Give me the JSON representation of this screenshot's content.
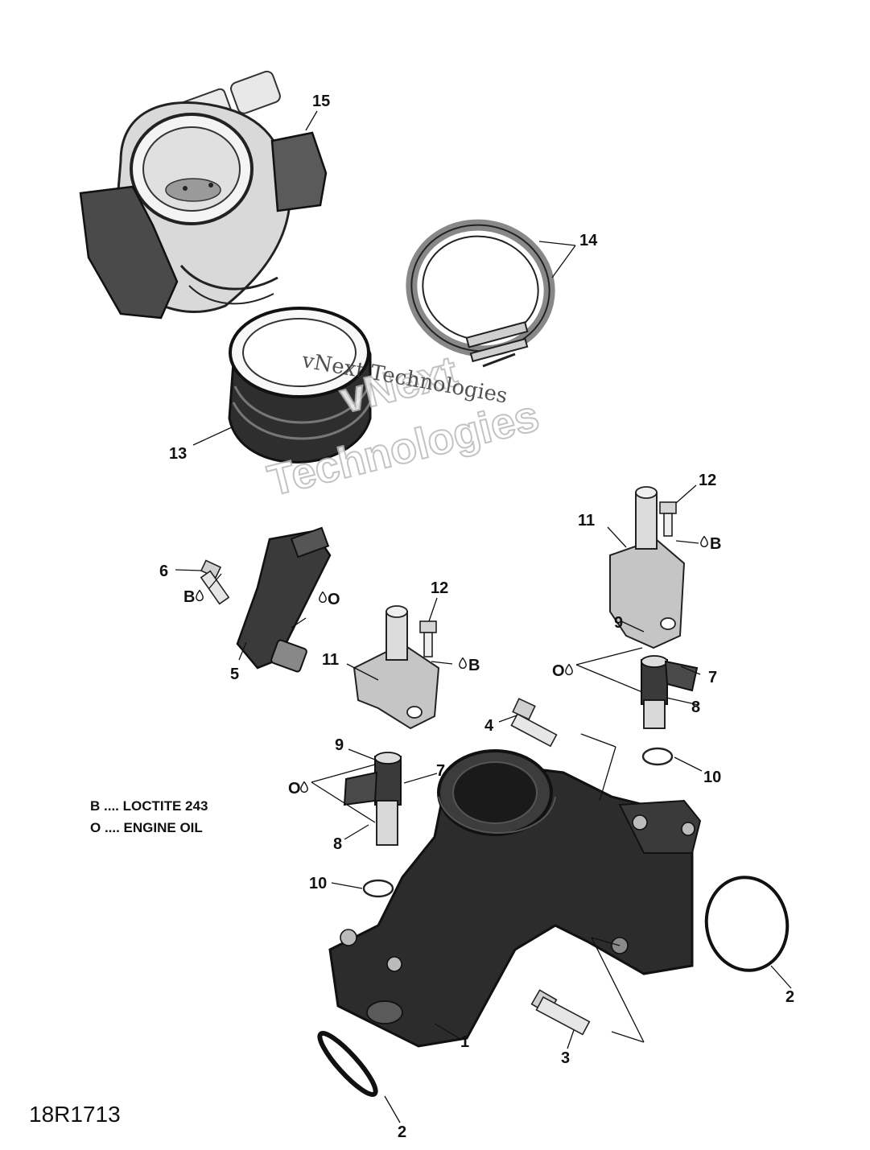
{
  "diagram": {
    "reference_code": "18R1713",
    "watermark": {
      "line1": "vNext Technologies",
      "line2": "Technologies",
      "line3": "vNext"
    },
    "legend": [
      {
        "code": "B",
        "text": "B .... LOCTITE 243"
      },
      {
        "code": "O",
        "text": "O .... ENGINE OIL"
      }
    ],
    "callouts": [
      {
        "id": "c1",
        "label": "1"
      },
      {
        "id": "c2a",
        "label": "2"
      },
      {
        "id": "c2b",
        "label": "2"
      },
      {
        "id": "c3",
        "label": "3"
      },
      {
        "id": "c4",
        "label": "4"
      },
      {
        "id": "c5",
        "label": "5"
      },
      {
        "id": "c6",
        "label": "6"
      },
      {
        "id": "c7a",
        "label": "7"
      },
      {
        "id": "c7b",
        "label": "7"
      },
      {
        "id": "c8a",
        "label": "8"
      },
      {
        "id": "c8b",
        "label": "8"
      },
      {
        "id": "c9a",
        "label": "9"
      },
      {
        "id": "c9b",
        "label": "9"
      },
      {
        "id": "c10a",
        "label": "10"
      },
      {
        "id": "c10b",
        "label": "10"
      },
      {
        "id": "c11a",
        "label": "11"
      },
      {
        "id": "c11b",
        "label": "11"
      },
      {
        "id": "c12a",
        "label": "12"
      },
      {
        "id": "c12b",
        "label": "12"
      },
      {
        "id": "c13",
        "label": "13"
      },
      {
        "id": "c14",
        "label": "14"
      },
      {
        "id": "c15",
        "label": "15"
      }
    ],
    "product_marks": [
      {
        "id": "m-b1",
        "label": "B"
      },
      {
        "id": "m-o1",
        "label": "O"
      },
      {
        "id": "m-b2",
        "label": "B"
      },
      {
        "id": "m-b3",
        "label": "B"
      },
      {
        "id": "m-o2",
        "label": "O"
      },
      {
        "id": "m-o3",
        "label": "O"
      }
    ]
  }
}
